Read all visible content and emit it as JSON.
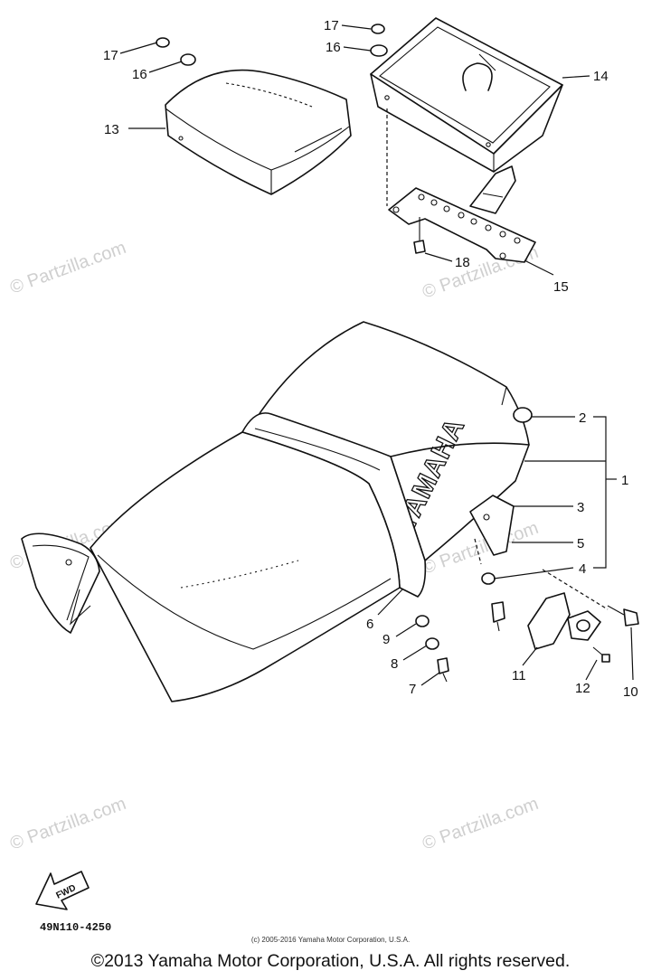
{
  "watermarks": [
    "© Partzilla.com",
    "© Partzilla.com",
    "© Partzilla.com",
    "© Partzilla.com",
    "© Partzilla.com",
    "© Partzilla.com"
  ],
  "seat_brand": "YAMAHA",
  "fwd_label": "FWD",
  "callouts": [
    "17",
    "16",
    "13",
    "17",
    "16",
    "14",
    "18",
    "15",
    "2",
    "1",
    "3",
    "5",
    "4",
    "6",
    "9",
    "8",
    "7",
    "11",
    "12",
    "10"
  ],
  "part_code": "49N110-4250",
  "small_copyright": "(c) 2005-2016 Yamaha Motor Corporation, U.S.A.",
  "footer_copyright": "©2013 Yamaha Motor Corporation, U.S.A. All rights reserved."
}
